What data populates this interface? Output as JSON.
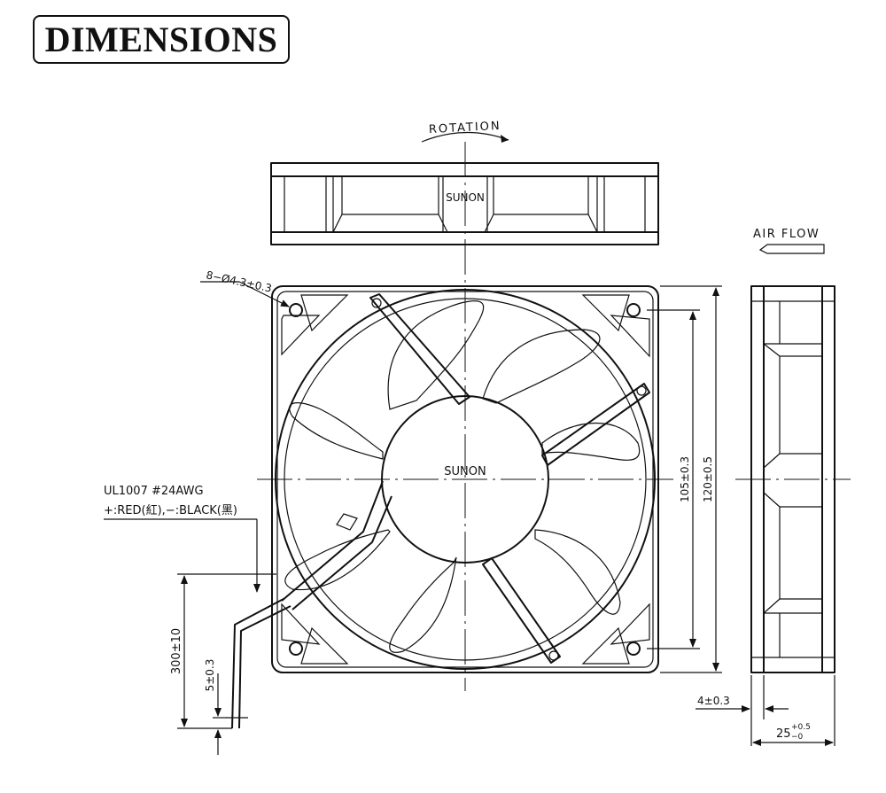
{
  "title": "DIMENSIONS",
  "labels": {
    "rotation": "ROTATION",
    "air_flow": "AIR FLOW",
    "brand_top": "SUNON",
    "brand_hub": "SUNON",
    "mount_holes": "8−Ø4.3±0.3",
    "wire_spec": "UL1007  #24AWG",
    "wire_colors": "+:RED(紅),−:BLACK(黑)"
  },
  "dimensions": {
    "hole_pitch": "105±0.3",
    "frame_size": "120±0.5",
    "lead_length": "300±10",
    "strip_length": "5±0.3",
    "flange_thickness": "4±0.3",
    "depth_nominal": "25",
    "depth_tol_upper": "+0.5",
    "depth_tol_lower": "−0"
  }
}
